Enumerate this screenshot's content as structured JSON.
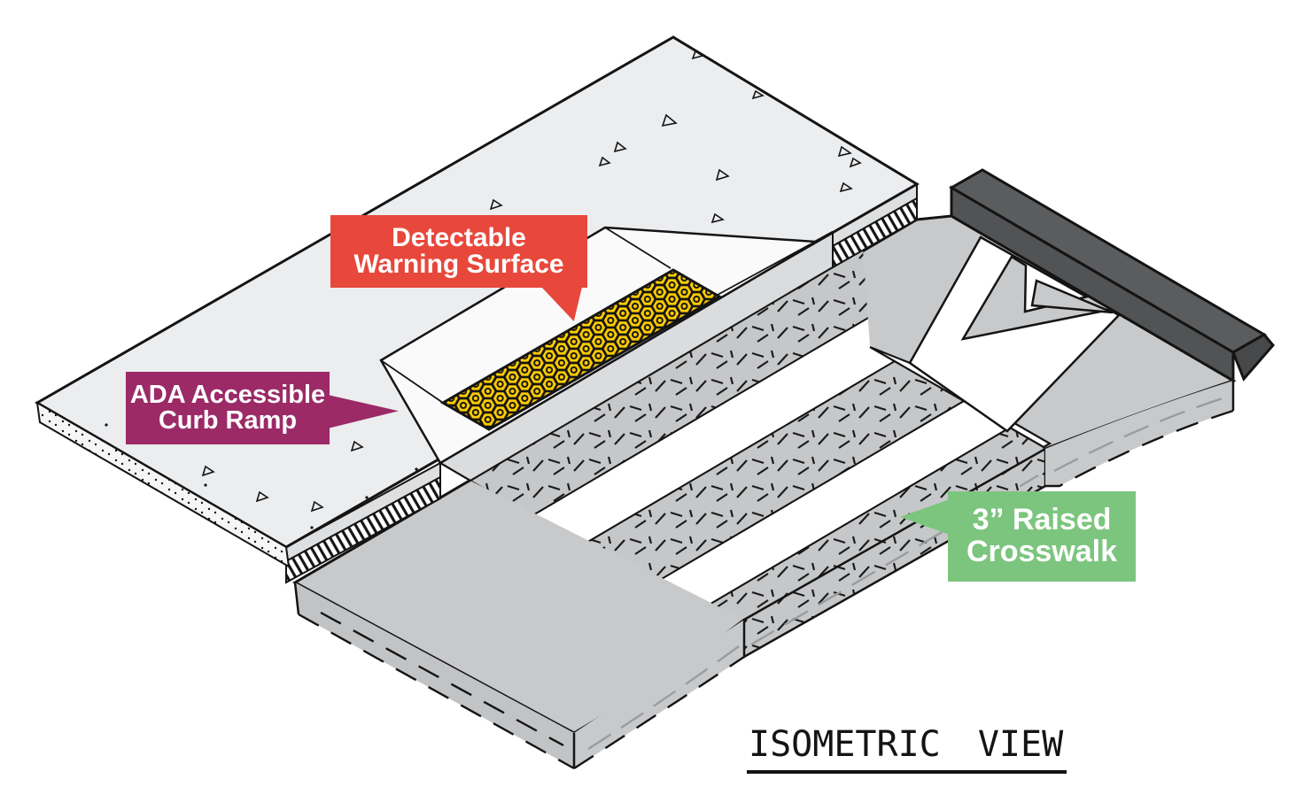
{
  "title": {
    "text": "ISOMETRIC VIEW"
  },
  "callouts": {
    "detectable_warning": {
      "line1": "Detectable",
      "line2": "Warning Surface",
      "color": "#E8473B"
    },
    "curb_ramp": {
      "line1": "ADA Accessible",
      "line2": "Curb Ramp",
      "color": "#9B2A67"
    },
    "raised_crosswalk": {
      "line1": "3” Raised",
      "line2": "Crosswalk",
      "color": "#7CC57E"
    }
  },
  "colors": {
    "background": "#FFFFFF",
    "sidewalk_concrete": "#ECEDEF",
    "road_asphalt": "#C8C9CB",
    "crosswalk_texture": "#C6C7C9",
    "crosswalk_stripe": "#FFFFFF",
    "warning_surface_yellow": "#FFCC00",
    "far_curb_dark": "#5B5C5E",
    "outline": "#141414"
  }
}
